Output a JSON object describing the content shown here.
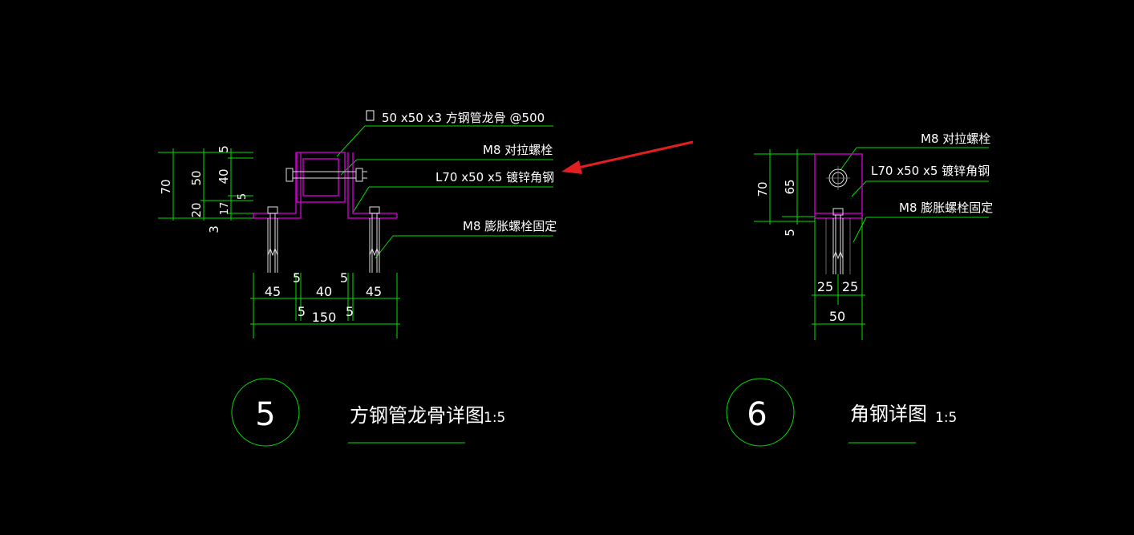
{
  "detail5": {
    "number": "5",
    "title": "方钢管龙骨详图",
    "scale": "1:5",
    "labels": {
      "tube": "50 x50 x3 方钢管龙骨  @500",
      "bolt": "M8 对拉螺栓",
      "angle": "L70 x50 x5 镀锌角钢",
      "anchor": "M8 膨胀螺栓固定"
    },
    "dims_v": [
      "70",
      "50",
      "20",
      "3",
      "5",
      "40",
      "5",
      "17"
    ],
    "dims_h": [
      "45",
      "5",
      "40",
      "5",
      "45",
      "5",
      "5",
      "150"
    ]
  },
  "detail6": {
    "number": "6",
    "title": "角钢详图",
    "scale": "1:5",
    "labels": {
      "bolt": "M8 对拉螺栓",
      "angle": "L70 x50 x5 镀锌角钢",
      "anchor": "M8 膨胀螺栓固定"
    },
    "dims_v": [
      "70",
      "65",
      "5"
    ],
    "dims_h": [
      "25",
      "25",
      "50"
    ]
  },
  "colors": {
    "background": "#000000",
    "dimension": "#00e000",
    "steel": "#c000c0",
    "text": "#ffffff",
    "arrow": "#e02020"
  }
}
